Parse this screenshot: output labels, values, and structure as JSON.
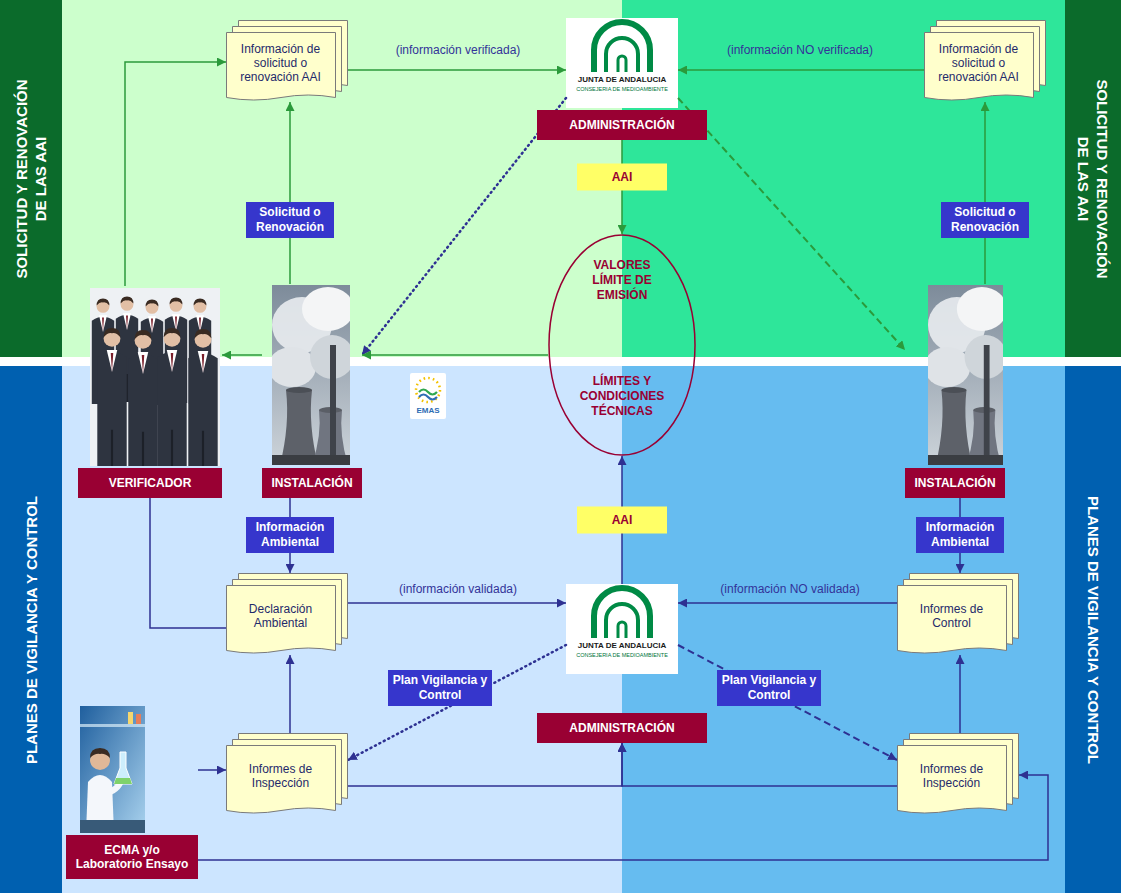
{
  "diagram": {
    "nodes": [
      {
        "text": [
          "SOLICITUD Y RENOVACIÓN DE LAS AAI"
        ]
      },
      {
        "text": [
          "SOLICITUD Y RENOVACIÓN DE LAS AAI"
        ]
      },
      {
        "text": [
          "Información de solicitud o renovación AAI"
        ]
      },
      {
        "text": [
          "JUNTA DE ANDALUCIA",
          "CONSEJERIA DE MEDIOAMBIENTE"
        ]
      },
      {
        "text": [
          "Información de solicitud o renovación AAI"
        ]
      },
      {
        "text": [
          "ADMINISTRACIÓN"
        ]
      },
      {
        "text": [
          "VALORES LÍMITE DE EMISIÓN",
          "LÍMITES Y CONDICIONES TÉCNICAS"
        ]
      },
      {
        "text": [
          "VERIFICADOR"
        ]
      },
      {
        "text": [
          "INSTALACIÓN"
        ]
      },
      {
        "text": [
          "INSTALACIÓN"
        ]
      },
      {
        "text": [
          "PLANES DE VIGILANCIA Y CONTROL"
        ]
      },
      {
        "text": [
          "PLANES DE VIGILANCIA Y CONTROL"
        ]
      },
      {
        "text": [
          "Declaración Ambiental"
        ]
      },
      {
        "text": [
          "JUNTA DE ANDALUCIA",
          "CONSEJERIA DE MEDIOAMBIENTE"
        ]
      },
      {
        "text": [
          "Informes de Control"
        ]
      },
      {
        "text": [
          "ADMINISTRACIÓN"
        ]
      },
      {
        "text": [
          "Informes de Inspección"
        ]
      },
      {
        "text": [
          "Informes de Inspección"
        ]
      },
      {
        "text": [
          "ECMA y/o Laboratorio Ensayo"
        ]
      }
    ],
    "edges": [
      {
        "from": 7,
        "to": 2,
        "arrow": "to"
      },
      {
        "from": 8,
        "to": 2,
        "label": "Solicitud o Renovación",
        "arrow": "to"
      },
      {
        "from": 2,
        "to": 3,
        "label": "(información verificada)",
        "arrow": "to"
      },
      {
        "from": 4,
        "to": 3,
        "label": "(información NO verificada)",
        "arrow": "to"
      },
      {
        "from": 9,
        "to": 4,
        "label": "Solicitud o Renovación",
        "arrow": "to"
      },
      {
        "from": 3,
        "to": 8,
        "arrow": "to"
      },
      {
        "from": 3,
        "to": 9,
        "arrow": "to"
      },
      {
        "from": 5,
        "to": 6,
        "label": "AAI",
        "arrow": "to"
      },
      {
        "from": 6,
        "to": 8,
        "arrow": "to"
      },
      {
        "from": 8,
        "to": 7,
        "arrow": "to"
      },
      {
        "from": 7,
        "to": 12,
        "arrow": "none"
      },
      {
        "from": 8,
        "to": 12,
        "label": "Información Ambiental",
        "arrow": "to"
      },
      {
        "from": 12,
        "to": 13,
        "label": "(información validada)",
        "arrow": "to"
      },
      {
        "from": 14,
        "to": 13,
        "label": "(información NO validada)",
        "arrow": "to"
      },
      {
        "from": 9,
        "to": 14,
        "label": "Información Ambiental",
        "arrow": "to"
      },
      {
        "from": 16,
        "to": 12,
        "arrow": "to"
      },
      {
        "from": 17,
        "to": 14,
        "arrow": "to"
      },
      {
        "from": 13,
        "to": 16,
        "label": "Plan Vigilancia y Control",
        "arrow": "to"
      },
      {
        "from": 13,
        "to": 17,
        "label": "Plan Vigilancia y Control",
        "arrow": "to"
      },
      {
        "from": 13,
        "to": 6,
        "label": "AAI",
        "arrow": "to"
      },
      {
        "from": 18,
        "to": 16,
        "arrow": "to"
      },
      {
        "from": 18,
        "to": 17,
        "arrow": "to"
      },
      {
        "from": 16,
        "to": 15,
        "arrow": "to"
      },
      {
        "from": 17,
        "to": 15,
        "arrow": "to"
      }
    ],
    "labels": [
      "EMAS"
    ]
  }
}
